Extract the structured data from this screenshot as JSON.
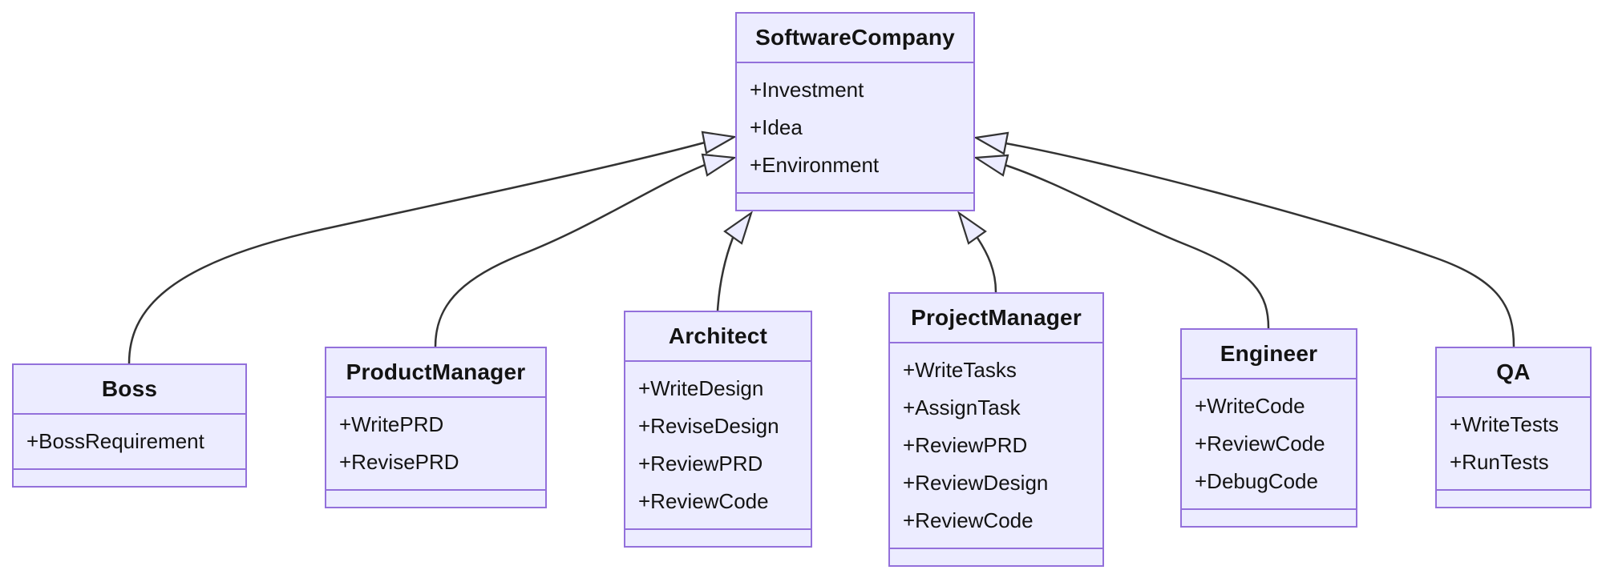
{
  "diagram": {
    "kind": "uml-class-diagram",
    "background": "#ffffff",
    "colors": {
      "node_fill": "#ECECFF",
      "node_border": "#9370DB",
      "divider": "#9370DB",
      "edge_line": "#333333",
      "arrowhead_fill": "#ECECFF",
      "text": "#131313"
    }
  },
  "classes": [
    {
      "name": "SoftwareCompany",
      "members": [
        "+Investment",
        "+Idea",
        "+Environment"
      ],
      "methods": []
    },
    {
      "name": "Boss",
      "members": [
        "+BossRequirement"
      ],
      "methods": []
    },
    {
      "name": "ProductManager",
      "members": [
        "+WritePRD",
        "+RevisePRD"
      ],
      "methods": []
    },
    {
      "name": "Architect",
      "members": [
        "+WriteDesign",
        "+ReviseDesign",
        "+ReviewPRD",
        "+ReviewCode"
      ],
      "methods": []
    },
    {
      "name": "ProjectManager",
      "members": [
        "+WriteTasks",
        "+AssignTask",
        "+ReviewPRD",
        "+ReviewDesign",
        "+ReviewCode"
      ],
      "methods": []
    },
    {
      "name": "Engineer",
      "members": [
        "+WriteCode",
        "+ReviewCode",
        "+DebugCode"
      ],
      "methods": []
    },
    {
      "name": "QA",
      "members": [
        "+WriteTests",
        "+RunTests"
      ],
      "methods": []
    }
  ],
  "relationships": [
    {
      "from": "Boss",
      "to": "SoftwareCompany",
      "type": "inheritance",
      "arrow": "hollow-triangle"
    },
    {
      "from": "ProductManager",
      "to": "SoftwareCompany",
      "type": "inheritance",
      "arrow": "hollow-triangle"
    },
    {
      "from": "Architect",
      "to": "SoftwareCompany",
      "type": "inheritance",
      "arrow": "hollow-triangle"
    },
    {
      "from": "ProjectManager",
      "to": "SoftwareCompany",
      "type": "inheritance",
      "arrow": "hollow-triangle"
    },
    {
      "from": "Engineer",
      "to": "SoftwareCompany",
      "type": "inheritance",
      "arrow": "hollow-triangle"
    },
    {
      "from": "QA",
      "to": "SoftwareCompany",
      "type": "inheritance",
      "arrow": "hollow-triangle"
    }
  ]
}
